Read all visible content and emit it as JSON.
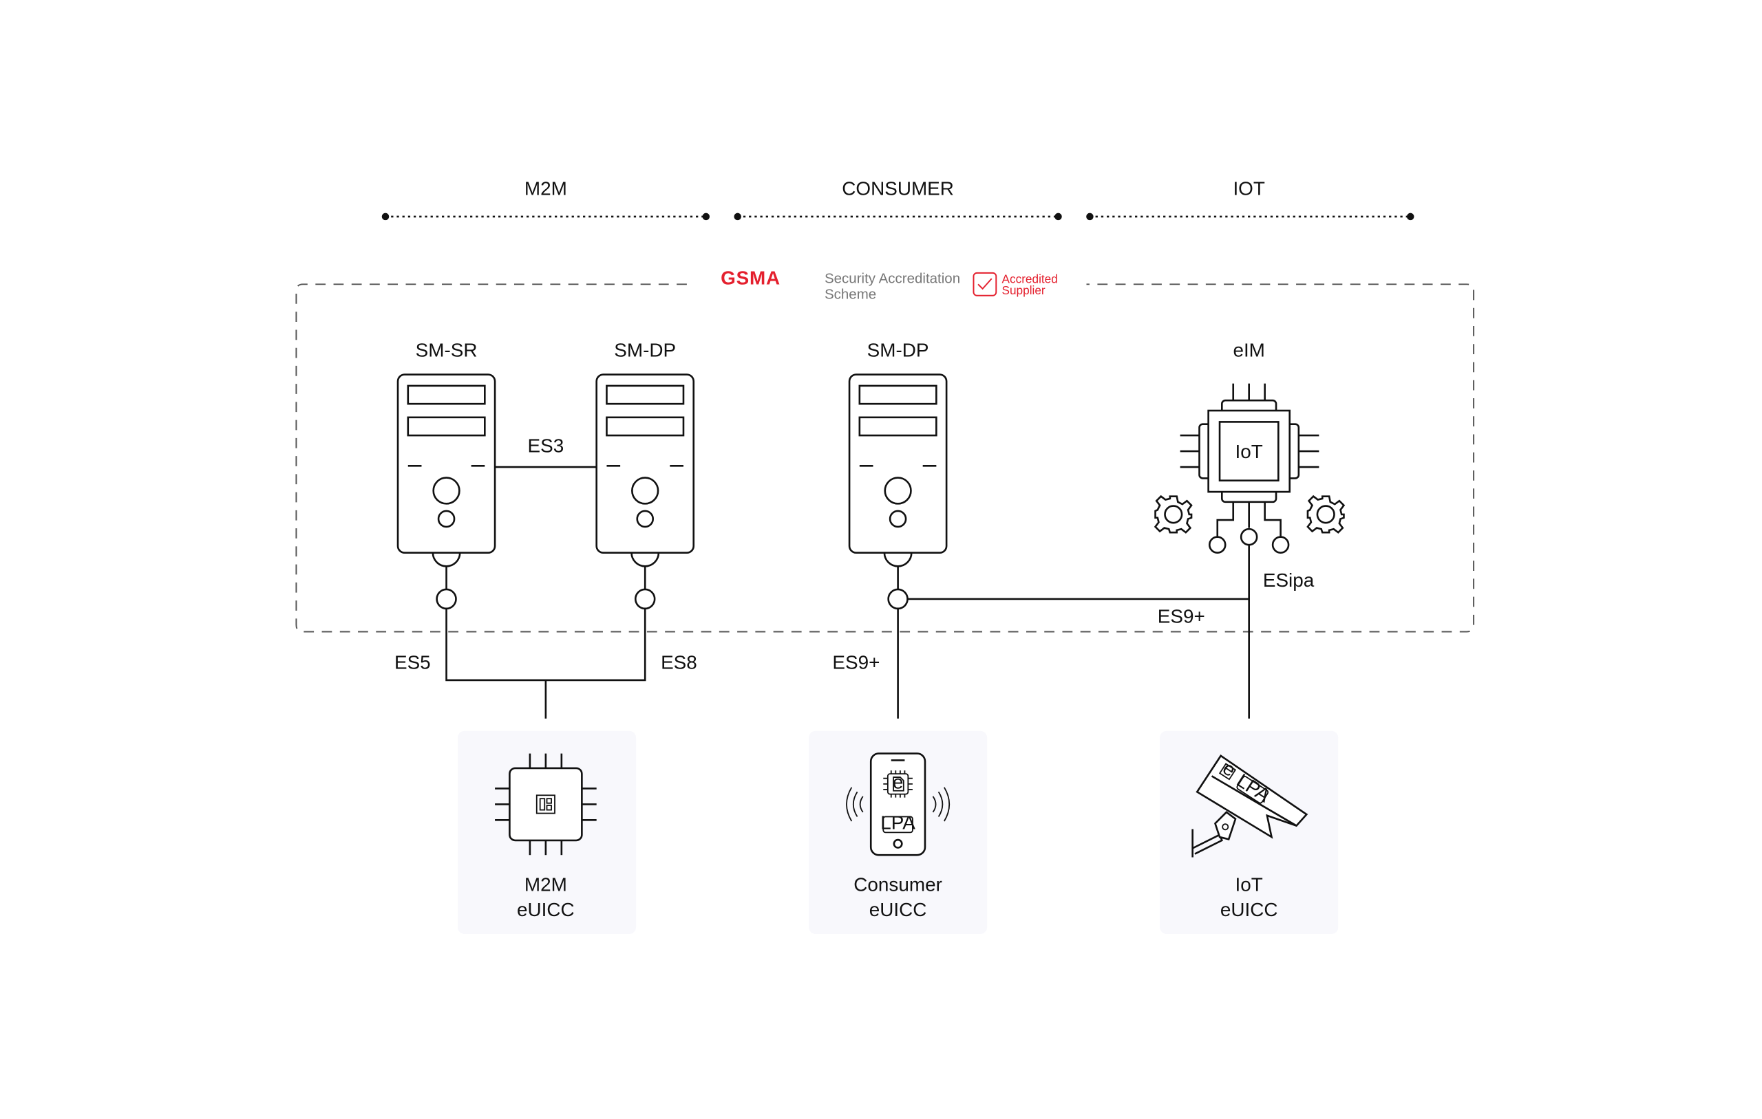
{
  "sections": [
    "M2M",
    "CONSUMER",
    "IOT"
  ],
  "logo": {
    "brand": "GSMA",
    "scheme_line1": "Security Accreditation",
    "scheme_line2": "Scheme",
    "badge_line1": "Accredited",
    "badge_line2": "Supplier",
    "brand_color": "#e4202e"
  },
  "servers": [
    "SM-SR",
    "SM-DP",
    "SM-DP"
  ],
  "eim": {
    "label": "eIM",
    "chip_label": "IoT"
  },
  "interfaces": {
    "es3": "ES3",
    "es5": "ES5",
    "es8": "ES8",
    "es9_consumer": "ES9+",
    "es9_iot": "ES9+",
    "esipa": "ESipa"
  },
  "devices": [
    {
      "line1": "M2M",
      "line2": "eUICC",
      "icon": "chip-icon"
    },
    {
      "line1": "Consumer",
      "line2": "eUICC",
      "icon": "phone-icon",
      "badge": "LPA",
      "chip_glyph": "e"
    },
    {
      "line1": "IoT",
      "line2": "eUICC",
      "icon": "camera-icon",
      "badge": "LPA",
      "chip_glyph": "e"
    }
  ],
  "colors": {
    "card_bg": "#f8f8fc",
    "line": "#111111"
  }
}
